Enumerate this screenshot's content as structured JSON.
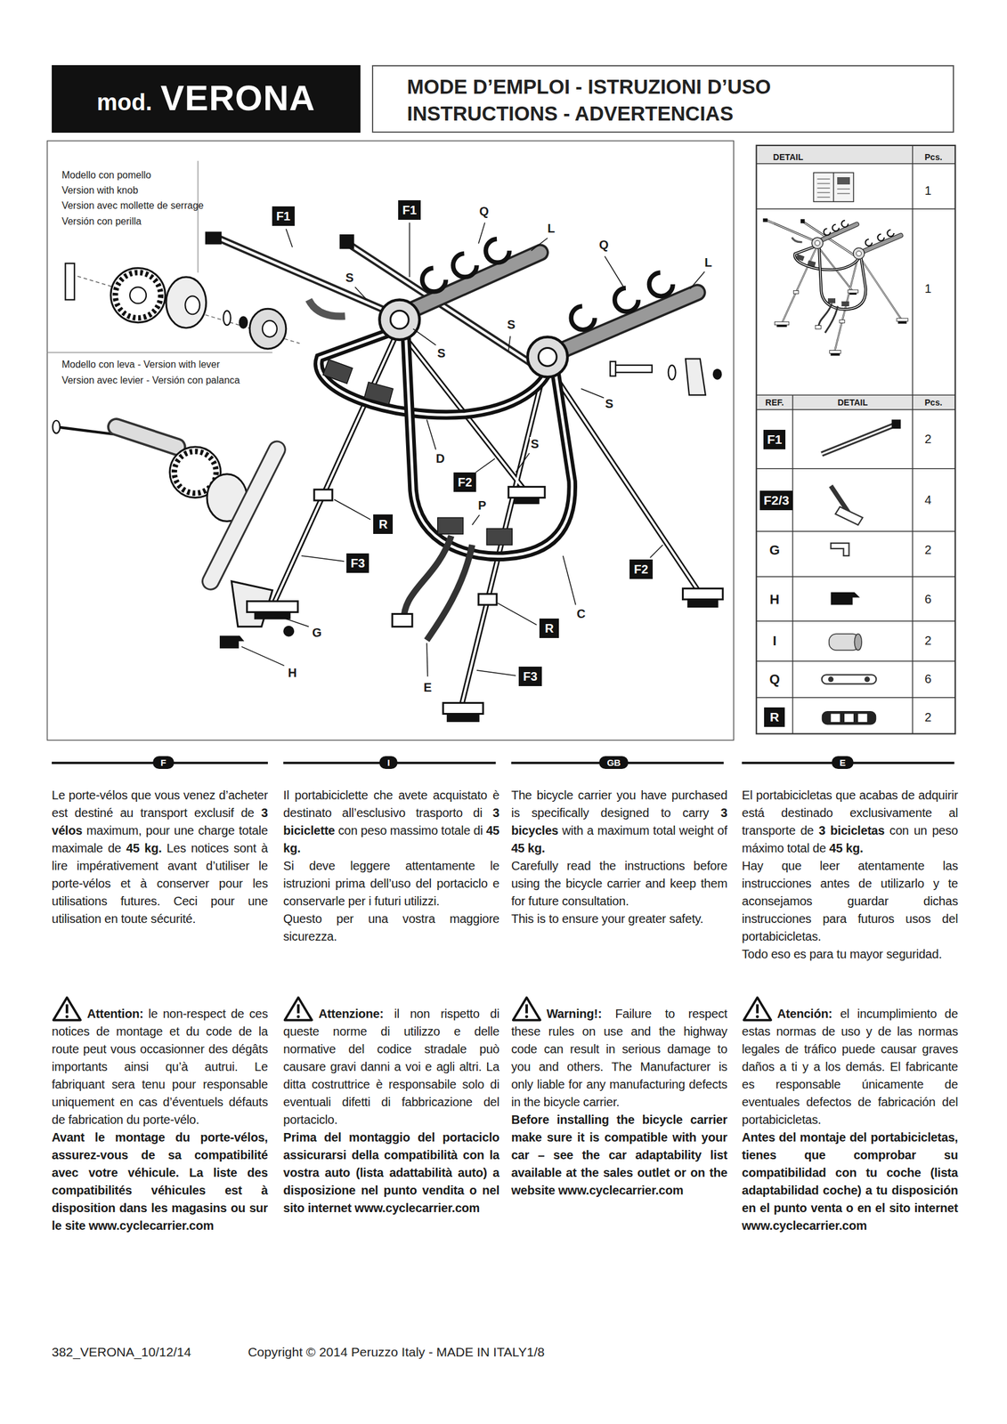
{
  "diagram": {
    "nodes": [
      {
        "text": [
          "mod.",
          "VERONA"
        ]
      },
      {
        "text": [
          "MODE D’EMPLOI - ISTRUZIONI D’USO INSTRUCTIONS - ADVERTENCIAS"
        ]
      },
      {
        "text": [
          "F1"
        ]
      },
      {
        "text": [
          "F1"
        ]
      },
      {
        "text": [
          "F2"
        ]
      },
      {
        "text": [
          "R"
        ]
      },
      {
        "text": [
          "F3"
        ]
      },
      {
        "text": [
          "F2"
        ]
      },
      {
        "text": [
          "R"
        ]
      },
      {
        "text": [
          "F3"
        ]
      },
      {
        "text": [
          "F1"
        ]
      },
      {
        "text": [
          "F2/3"
        ]
      },
      {
        "text": [
          "R"
        ]
      },
      {
        "text": [
          "F"
        ]
      },
      {
        "text": [
          "I"
        ]
      },
      {
        "text": [
          "GB"
        ]
      },
      {
        "text": [
          "E"
        ]
      }
    ],
    "labels": [
      "Modello con pomello",
      "Version with knob",
      "Version avec mollette de serrage",
      "Versión con perilla",
      "Modello con leva - Version with lever",
      "Version avec levier - Versión con palanca",
      "Q",
      "L",
      "Q",
      "L",
      "S",
      "S",
      "S",
      "S",
      "S",
      "D",
      "P",
      "C",
      "G",
      "H",
      "E",
      "DETAIL",
      "Pcs.",
      "1",
      "1",
      "REF.",
      "DETAIL",
      "Pcs.",
      "2",
      "4",
      "G",
      "2",
      "H",
      "6",
      "I",
      "2",
      "Q",
      "6",
      "2",
      "Le porte-vélos que vous venez d’acheter est destiné au transport exclusif de",
      "3 vélos",
      "maximum, pour une charge totale maximale de",
      "45 kg.",
      "Les notices sont à lire impérativement avant d’utiliser le porte-vélos et à conserver pour les utilisations futures. Ceci pour une utilisation en toute sécurité.",
      "Attention:",
      "le non-respect de ces notices de montage et du code de la route peut vous occasionner des dégâts importants ainsi qu’à autrui. Le fabriquant sera tenu pour responsable uniquement en cas d’éventuels défauts de fabrication du porte-vélo.",
      "Avant le montage du porte-vélos, assurez-vous de sa compatibilité avec votre véhicule. La liste des compatibilités véhicules est à disposition dans les magasins ou sur le site www.cyclecarrier.com",
      "Il portabiciclette che avete acquistato è destinato all’esclusivo trasporto di",
      "3 biciclette",
      "con peso massimo totale di",
      "45 kg.",
      "Si deve leggere attentamente le istruzioni prima dell’uso del portaciclo e conservarle per i futuri utilizzi.",
      "Questo per una vostra maggiore sicurezza.",
      "Attenzione:",
      "il non rispetto di queste norme di utilizzo e delle normative del codice stradale può causare gravi danni a voi e agli altri. La ditta costruttrice è responsabile solo di eventuali difetti di fabbricazione del portaciclo.",
      "Prima del montaggio del portaciclo assicurarsi della compatibilità con la vostra auto (lista adattabilità auto) a disposizione nel punto vendita o nel sito internet www.cyclecarrier.com",
      "The bicycle carrier you have purchased is specifically designed to carry",
      "3 bicycles",
      "with a maximum total weight of",
      "45 kg.",
      "Carefully read the instructions before using the bicycle carrier and keep them for future consultation.",
      "This is to ensure your greater safety.",
      "Warning!:",
      "Failure to respect these rules on use and the highway code can result in serious damage to you and others. The Manufacturer is only liable for any manufacturing defects in the bicycle carrier.",
      "Before installing the bicycle carrier make sure it is compatible with your car – see the car adaptability list available at the sales outlet or on the website www.cyclecarrier.com",
      "El portabicicletas que acabas de adquirir está destinado exclusivamente al transporte de",
      "3 bicicletas",
      "con un peso máximo total de",
      "45 kg.",
      "Hay que leer atentamente las instrucciones antes de utilizarlo y te aconsejamos guardar dichas instrucciones para futuros usos del portabicicletas.",
      "Todo eso es para tu mayor seguridad.",
      "Atención:",
      "el incumplimiento de estas normas de uso y de las normas legales de tráfico puede causar graves daños a ti y a los demás. El fabricante es responsable únicamente de eventuales defectos de fabricación del portabicicletas.",
      "Antes del montaje del portabicicletas, tienes que comprobar su compatibilidad con tu coche (lista adaptabilidad coche) a tu disposición en el punto venta o en el sito internet www.cyclecarrier.com",
      "382_VERONA_10/12/14",
      "Copyright © 2014 Peruzzo Italy - MADE IN ITALY1/8"
    ]
  }
}
